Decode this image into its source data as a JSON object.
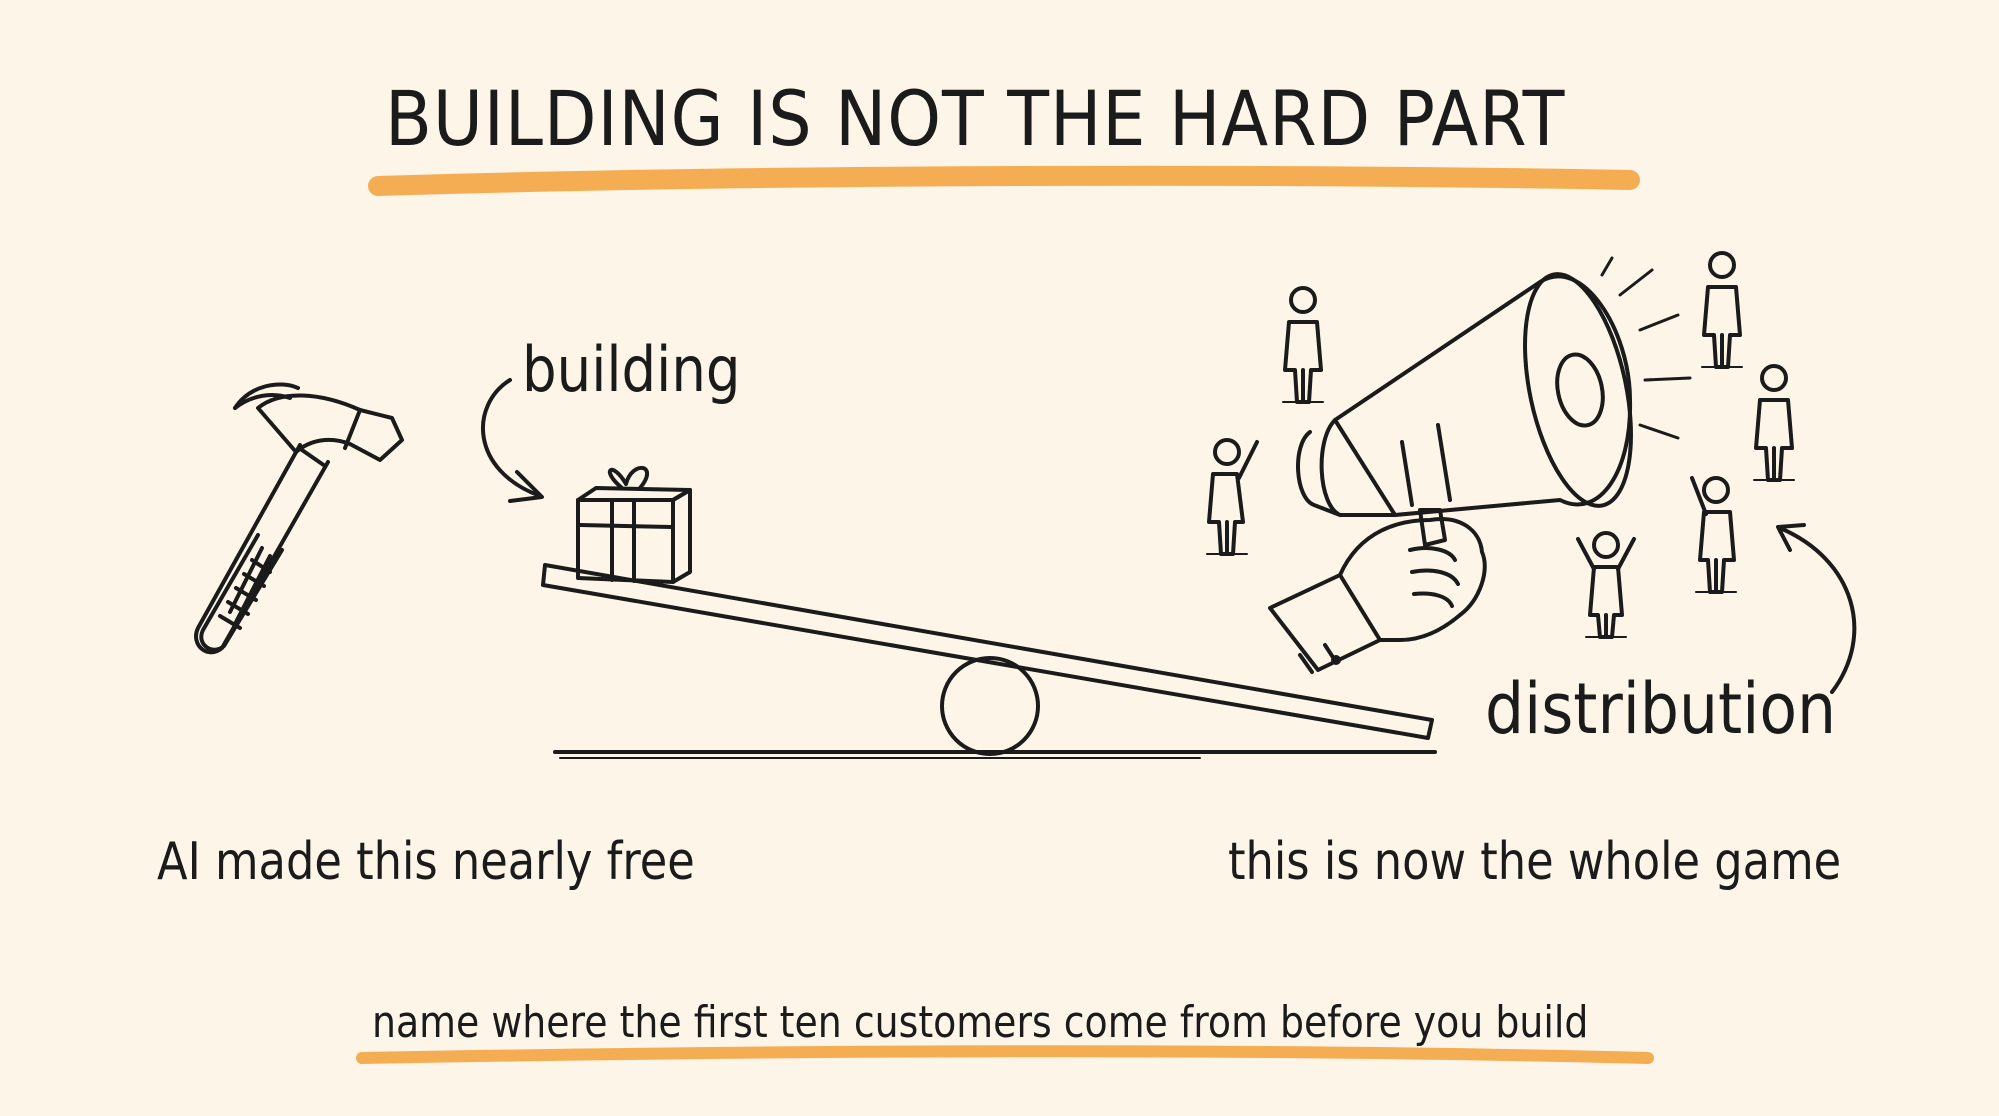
{
  "title": "BUILDING IS NOT THE HARD PART",
  "labels": {
    "building": "building",
    "distribution": "distribution"
  },
  "captions": {
    "left": "AI made this nearly free",
    "right": "this is now the whole game"
  },
  "footer": "name where the first ten customers come from before you build",
  "colors": {
    "background": "#fdf6e8",
    "ink": "#1b1b1b",
    "highlight": "#f4a646"
  },
  "icons": [
    "hammer-icon",
    "gift-box-icon",
    "megaphone-icon",
    "hand-icon",
    "person-icon"
  ]
}
